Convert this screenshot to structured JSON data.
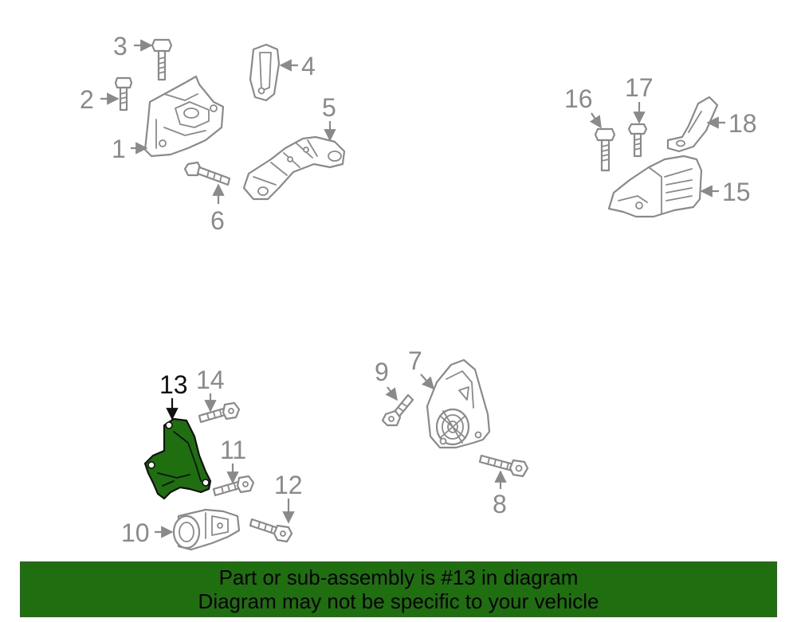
{
  "diagram": {
    "callouts": {
      "c1": "1",
      "c2": "2",
      "c3": "3",
      "c4": "4",
      "c5": "5",
      "c6": "6",
      "c7": "7",
      "c8": "8",
      "c9": "9",
      "c10": "10",
      "c11": "11",
      "c12": "12",
      "c13": "13",
      "c14": "14",
      "c15": "15",
      "c16": "16",
      "c17": "17",
      "c18": "18"
    },
    "highlighted_part": "13",
    "highlight_color": "#1f6e0f"
  },
  "banner": {
    "line1": "Part or sub-assembly is #13 in diagram",
    "line2": "Diagram may not be specific to your vehicle",
    "background": "#1f6e0f"
  }
}
